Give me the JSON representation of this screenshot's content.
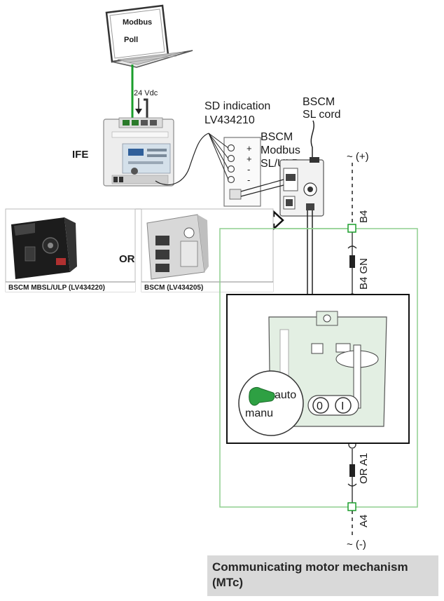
{
  "laptop": {
    "line1": "Modbus",
    "line2": "Poll"
  },
  "supply_label": "24 Vdc",
  "ife_label": "IFE",
  "sd_indication": {
    "line1": "SD indication",
    "line2": "LV434210"
  },
  "bscm_sl_cord": {
    "line1": "BSCM",
    "line2": "SL cord"
  },
  "bscm_modbus": {
    "line1": "BSCM",
    "line2": "Modbus",
    "line3": "SL/ULP"
  },
  "sd_terminals": [
    "+",
    "+",
    "-",
    "-"
  ],
  "or_label": "OR",
  "module_left_caption": "BSCM MBSL/ULP (LV434220)",
  "module_right_caption": "BSCM (LV434205)",
  "terminal_plus": "~ (+)",
  "terminal_minus": "~ (-)",
  "pin_b4": "B4",
  "pin_b4gn": "B4 GN",
  "pin_or_a1": "OR A1",
  "pin_a4": "A4",
  "mode_auto": "auto",
  "mode_manu": "manu",
  "btn_off": "0",
  "btn_on": "I",
  "caption": "Communicating motor mechanism (MTc)",
  "colors": {
    "green_line": "#1a9e2b",
    "frame_green": "#8fcf8f",
    "device_green": "#e3efe3",
    "caption_bg": "#d9d9d9"
  }
}
